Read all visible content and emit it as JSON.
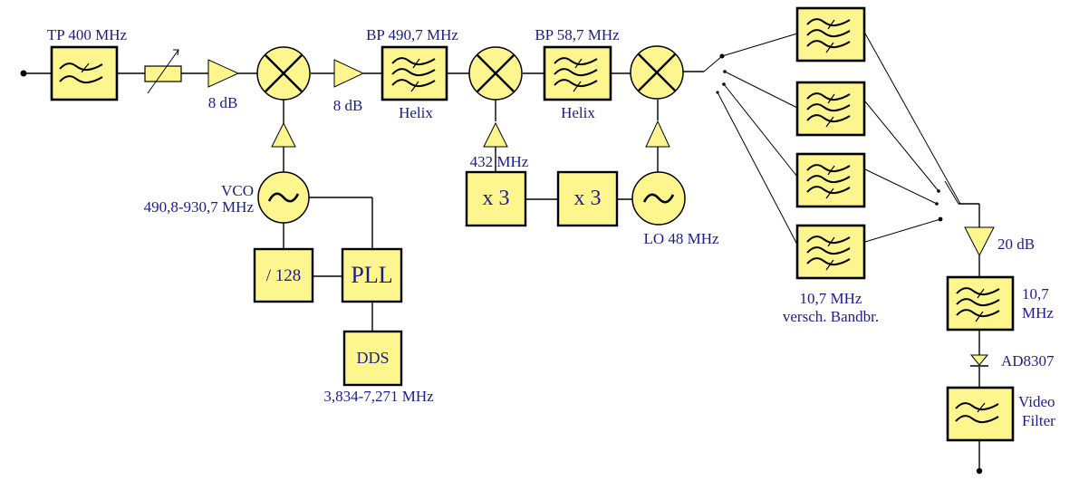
{
  "title": "Spectrum analyzer receiver block diagram",
  "colors": {
    "block_fill": "#fdf58d",
    "label_text": "#1c1c8c",
    "lines": "#000000"
  },
  "labels": {
    "tp_filter": "TP 400 MHz",
    "amp1_gain": "8 dB",
    "amp2_gain": "8 dB",
    "bp1_name": "BP 490,7 MHz",
    "bp1_type": "Helix",
    "bp2_name": "BP 58,7 MHz",
    "bp2_type": "Helix",
    "vco_name": "VCO",
    "vco_range": "490,8-930,7 MHz",
    "divider": "/ 128",
    "pll": "PLL",
    "dds": "DDS",
    "dds_range": "3,834-7,271 MHz",
    "mult_freq": "432 MHz",
    "mult1": "x 3",
    "mult2": "x 3",
    "lo": "LO 48 MHz",
    "if_filters_freq": "10,7 MHz",
    "if_filters_note": "versch. Bandbr.",
    "amp3_gain": "20 dB",
    "if_filter_line1": "10,7",
    "if_filter_line2": "MHz",
    "detector": "AD8307",
    "video_filter_line1": "Video",
    "video_filter_line2": "Filter"
  },
  "icons": {
    "lowpass": "lowpass-filter-icon",
    "bandpass": "bandpass-filter-icon",
    "mixer": "mixer-icon",
    "oscillator": "oscillator-icon",
    "amplifier": "amplifier-icon",
    "attenuator": "variable-attenuator-icon",
    "diode": "diode-icon",
    "switch": "switch-icon"
  }
}
